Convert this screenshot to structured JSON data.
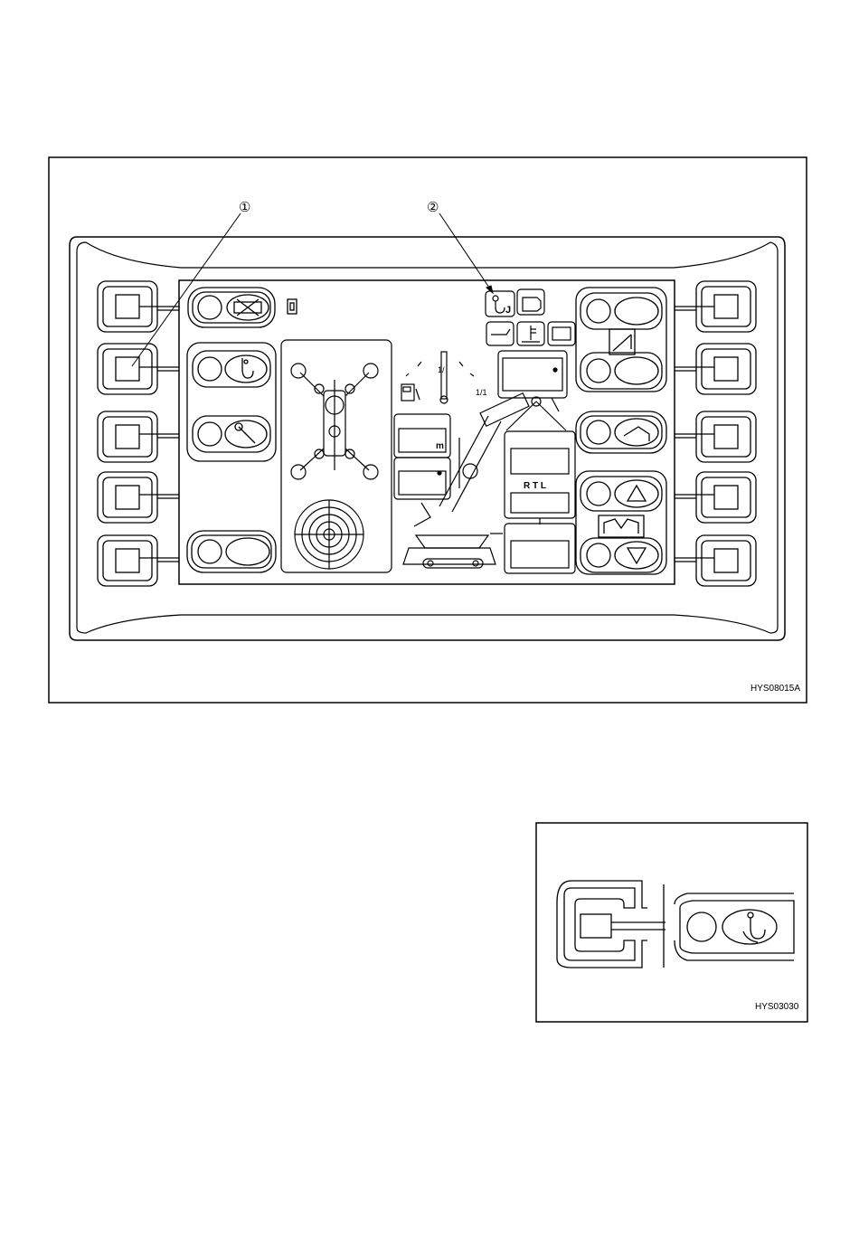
{
  "figure_main": {
    "callout_1": "①",
    "callout_2": "②",
    "id": "HYS08015A",
    "display": {
      "unit_m": "m",
      "rtl": "R T L",
      "gauge_half": "1/",
      "gauge_full": "1/1",
      "hook_letter": "J"
    }
  },
  "figure_detail": {
    "id": "HYS03030"
  }
}
